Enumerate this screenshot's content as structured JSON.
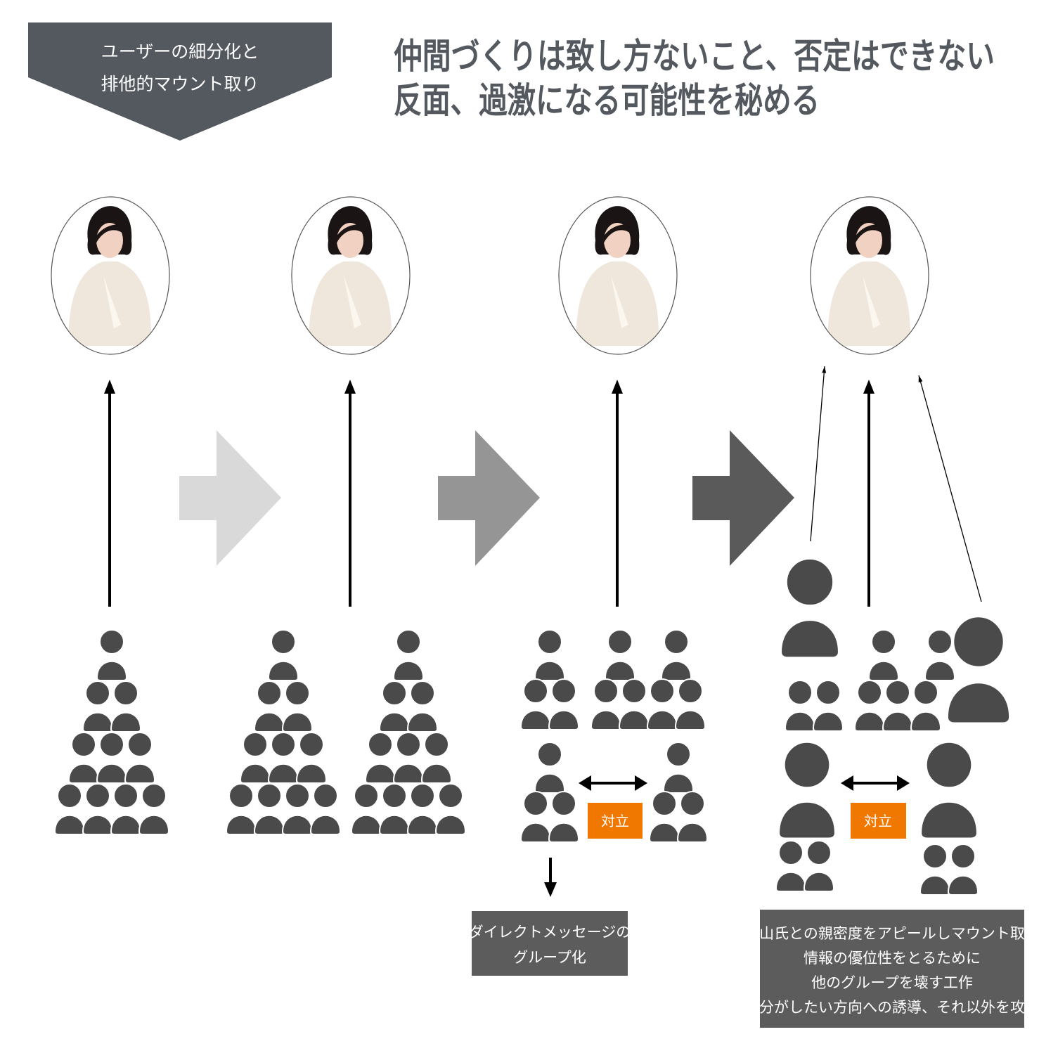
{
  "header_badge": {
    "line1": "ユーザーの細分化と",
    "line2": "排他的マウント取り"
  },
  "title": {
    "line1": "仲間づくりは致し方ないこと、否定はできない",
    "line2": "反面、過激になる可能性を秘める"
  },
  "conflict_label_1": "対立",
  "conflict_label_2": "対立",
  "note_dm": {
    "line1": "ダイレクトメッセージの",
    "line2": "グループ化"
  },
  "note_tactics": {
    "lines": [
      "飯山氏との親密度をアピールしマウント取り",
      "情報の優位性をとるために",
      "他のグループを壊す工作",
      "自分がしたい方向への誘導、それ以外を攻撃"
    ]
  },
  "colors": {
    "dark": "#545960",
    "person": "#4a4a4a",
    "accent": "#f07800",
    "box": "#5c5c5c",
    "arrow_light": "#d9d9d9",
    "arrow_mid": "#959595",
    "arrow_dark": "#5a5a5a"
  }
}
